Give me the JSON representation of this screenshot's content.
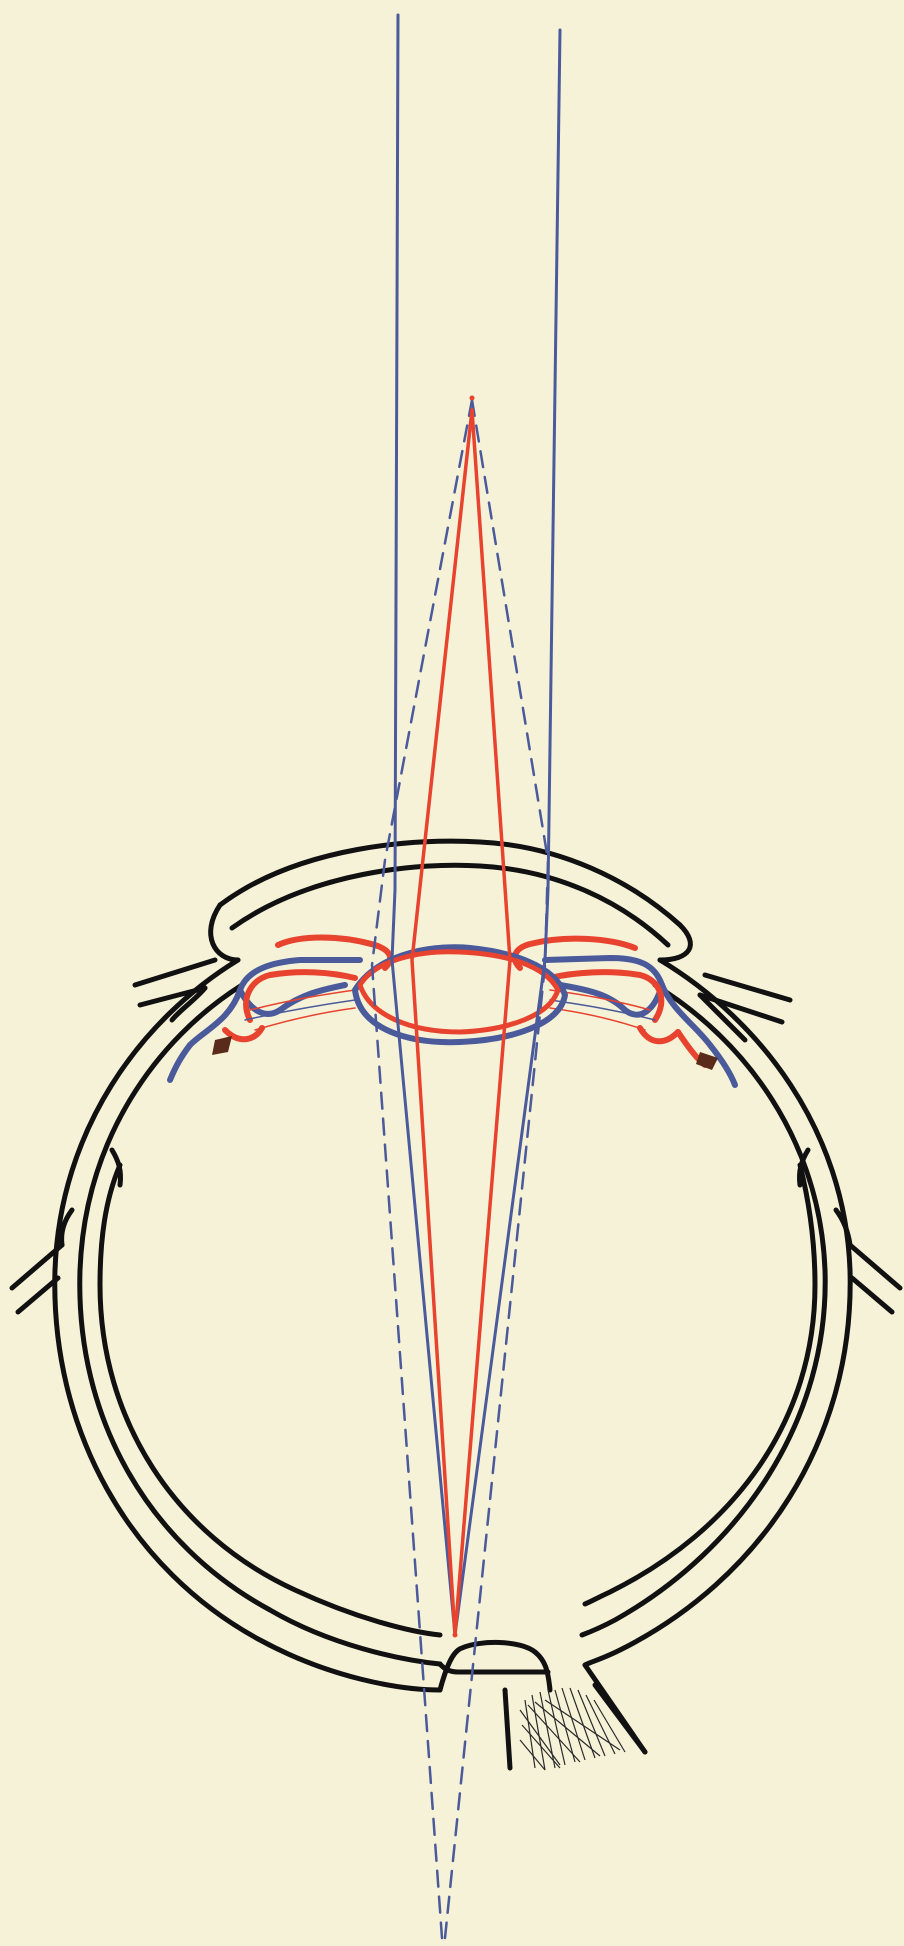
{
  "figure": {
    "background": "#f6f2d8",
    "colors": {
      "outline": "#111111",
      "blue_ray": "#4a5a9a",
      "red_ray": "#e8432f",
      "blue_lens": "#4a5a9a",
      "red_lens": "#e8432f",
      "optic_nerve": "#2a2a2a"
    },
    "parts": [
      "sclera",
      "choroid",
      "cornea",
      "crystalline-lens",
      "ciliary-body",
      "optic-nerve",
      "extraocular-muscle-stubs"
    ],
    "ray_sets": [
      {
        "name": "",
        "color": "blue",
        "style": "parallel-incoming"
      },
      {
        "name": "",
        "color": "blue",
        "style": "dashed-converging-behind-retina"
      },
      {
        "name": "",
        "color": "red",
        "style": "diverging-from-near-point"
      }
    ],
    "text_labels": []
  }
}
